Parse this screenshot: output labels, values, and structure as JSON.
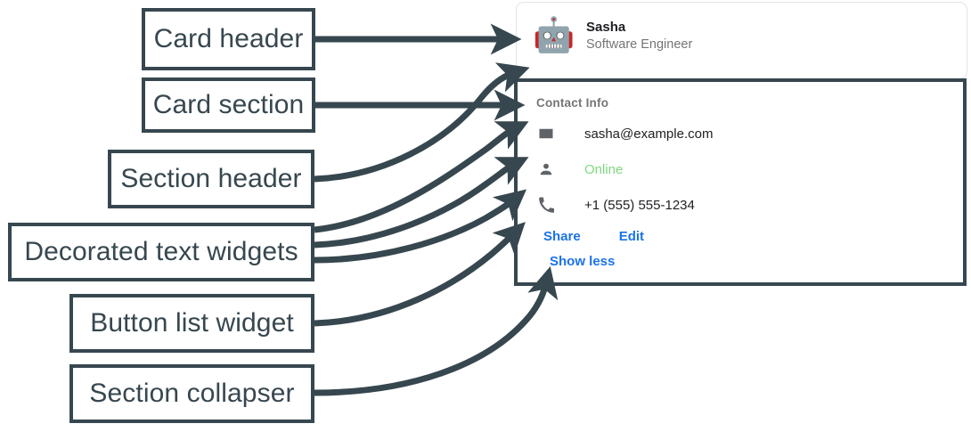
{
  "annotations": [
    {
      "id": "card-header",
      "label": "Card header"
    },
    {
      "id": "card-section",
      "label": "Card section"
    },
    {
      "id": "section-header",
      "label": "Section header"
    },
    {
      "id": "decorated-text",
      "label": "Decorated text widgets"
    },
    {
      "id": "button-list",
      "label": "Button list widget"
    },
    {
      "id": "section-collapser",
      "label": "Section collapser"
    }
  ],
  "card": {
    "header": {
      "avatar_icon": "robot-avatar-icon",
      "avatar_glyph": "🤖",
      "title": "Sasha",
      "subtitle": "Software Engineer"
    },
    "section": {
      "header": "Contact Info",
      "rows": [
        {
          "icon": "email-icon",
          "text": "sasha@example.com",
          "color": "#202124"
        },
        {
          "icon": "person-icon",
          "text": "Online",
          "color": "#81d97f"
        },
        {
          "icon": "phone-icon",
          "text": "+1 (555) 555-1234",
          "color": "#202124"
        }
      ],
      "buttons": [
        {
          "label": "Share"
        },
        {
          "label": "Edit"
        }
      ],
      "collapser": {
        "label": "Show less"
      }
    }
  },
  "colors": {
    "annotation_stroke": "#37474f",
    "card_border": "#e3e3e3",
    "link_blue": "#1a73e8",
    "status_green": "#81d97f",
    "muted_text": "#757575",
    "primary_text": "#202124",
    "icon_gray": "#5f6368"
  }
}
